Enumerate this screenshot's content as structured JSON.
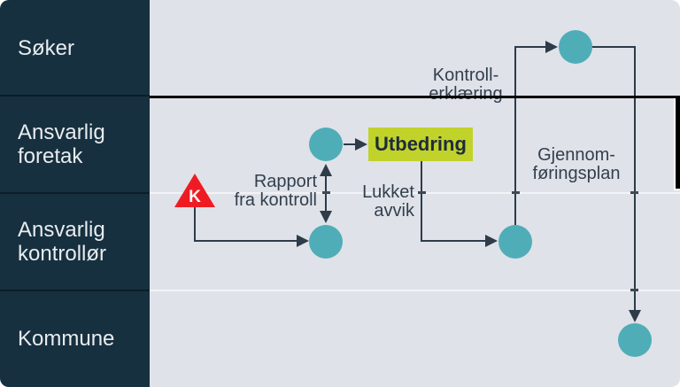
{
  "sidebar": {
    "lanes": [
      {
        "label": "Søker"
      },
      {
        "label": "Ansvarlig foretak"
      },
      {
        "label": "Ansvarlig kontrollør"
      },
      {
        "label": "Kommune"
      }
    ]
  },
  "diagram": {
    "alert_marker": {
      "letter": "K"
    },
    "task_box": {
      "label": "Utbedring"
    },
    "labels": {
      "rapport": [
        "Rapport",
        "fra kontroll"
      ],
      "lukket": [
        "Lukket",
        "avvik"
      ],
      "kontroll": [
        "Kontroll-",
        "erklæring"
      ],
      "gjennom": [
        "Gjennom-",
        "føringsplan"
      ]
    },
    "colors": {
      "sidebar_bg": "#16303f",
      "canvas_bg": "#dfe2e8",
      "node": "#4fadb8",
      "connector": "#2e3b49",
      "alert_red": "#ee1b23",
      "highlight_yellow": "#c1d22a",
      "label_text": "#333f4d",
      "boundary_black": "#000000"
    }
  }
}
